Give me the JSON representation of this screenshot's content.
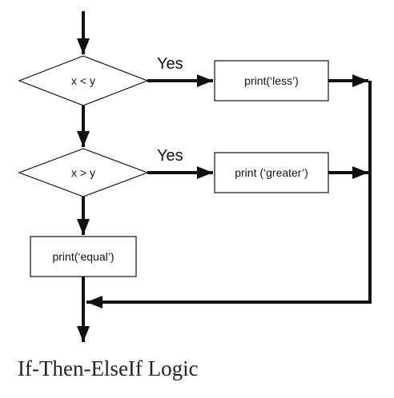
{
  "nodes": {
    "decision_less": {
      "label": "x < y"
    },
    "decision_greater": {
      "label": "x > y"
    },
    "print_less": {
      "label": "print(‘less’)"
    },
    "print_greater": {
      "label": "print (‘greater’)"
    },
    "print_equal": {
      "label": "print(‘equal’)"
    }
  },
  "edges": {
    "yes_less": {
      "label": "Yes"
    },
    "yes_greater": {
      "label": "Yes"
    }
  },
  "caption": "If-Then-ElseIf Logic",
  "colors": {
    "stroke": "#111111",
    "background": "#ffffff"
  }
}
